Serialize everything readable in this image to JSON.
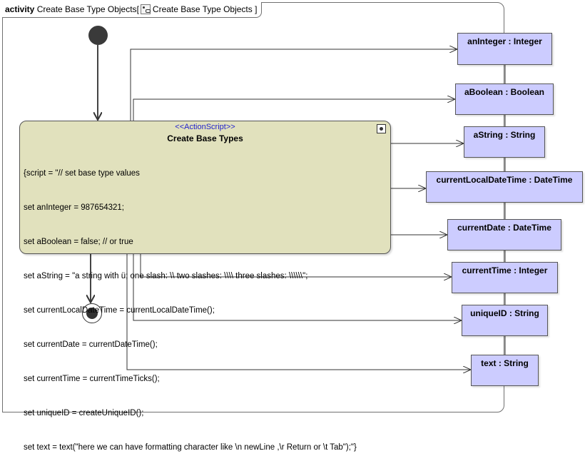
{
  "frame": {
    "keyword": "activity",
    "name": "Create Base Type Objects",
    "open_bracket": "[",
    "diagram_ref": "Create Base Type Objects",
    "close_bracket": "]"
  },
  "action": {
    "stereotype": "<<ActionScript>>",
    "name": "Create Base Types",
    "body_lines": [
      "{script = \"// set base type values",
      "set anInteger = 987654321;",
      "set aBoolean = false; // or true",
      "set aString = \"a string with ü; one slash: \\\\ two slashes: \\\\\\\\ three slashes: \\\\\\\\\\\\\";",
      "set currentLocalDateTime = currentLocalDateTime();",
      "set currentDate = currentDateTime();",
      "set currentTime = currentTimeTicks();",
      "set uniqueID = createUniqueID();",
      "set text = text(\"here we can have formatting character like \\n newLine ,\\r Return or \\t Tab\");\"}"
    ]
  },
  "objects": [
    {
      "label": "anInteger : Integer"
    },
    {
      "label": "aBoolean : Boolean"
    },
    {
      "label": "aString : String"
    },
    {
      "label": "currentLocalDateTime : DateTime"
    },
    {
      "label": "currentDate : DateTime"
    },
    {
      "label": "currentTime : Integer"
    },
    {
      "label": "uniqueID : String"
    },
    {
      "label": "text : String"
    }
  ]
}
